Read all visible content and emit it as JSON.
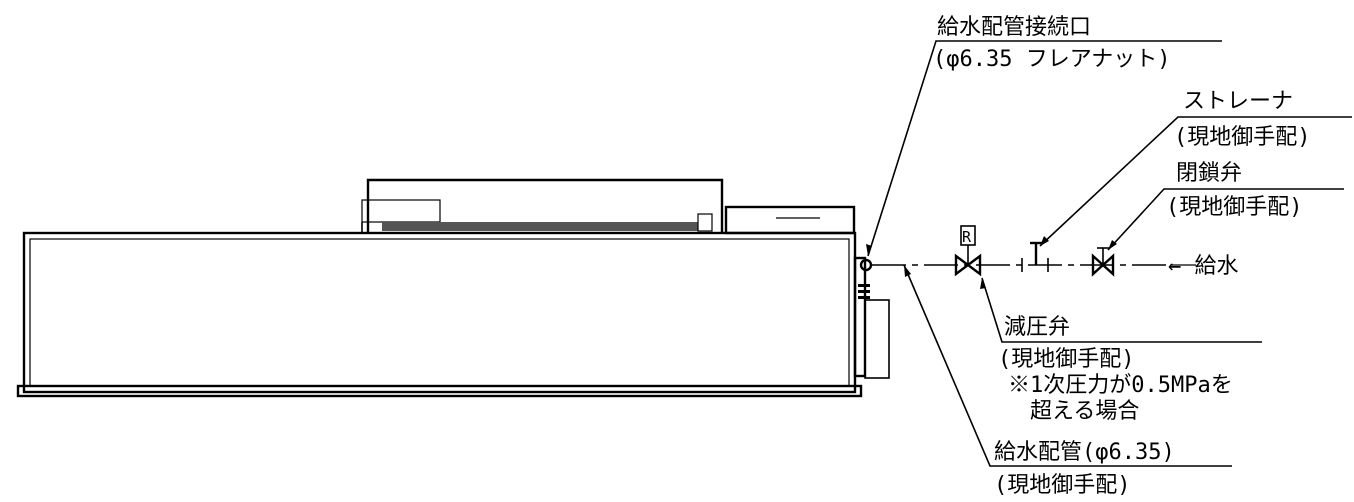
{
  "labels": {
    "inlet_port": "給水配管接続口",
    "inlet_port_spec": "(φ6.35 フレアナット)",
    "strainer": "ストレーナ",
    "strainer_note": "(現地御手配)",
    "shutoff_valve": "閉鎖弁",
    "shutoff_valve_note": "(現地御手配)",
    "water_supply": "← 給水",
    "reducing_valve": "減圧弁",
    "reducing_valve_note": "(現地御手配)",
    "reducing_valve_cond1": "※1次圧力が0.5MPaを",
    "reducing_valve_cond2": "超える場合",
    "supply_pipe": "給水配管(φ6.35)",
    "supply_pipe_note": "(現地御手配)",
    "valve_symbol_r": "R"
  }
}
